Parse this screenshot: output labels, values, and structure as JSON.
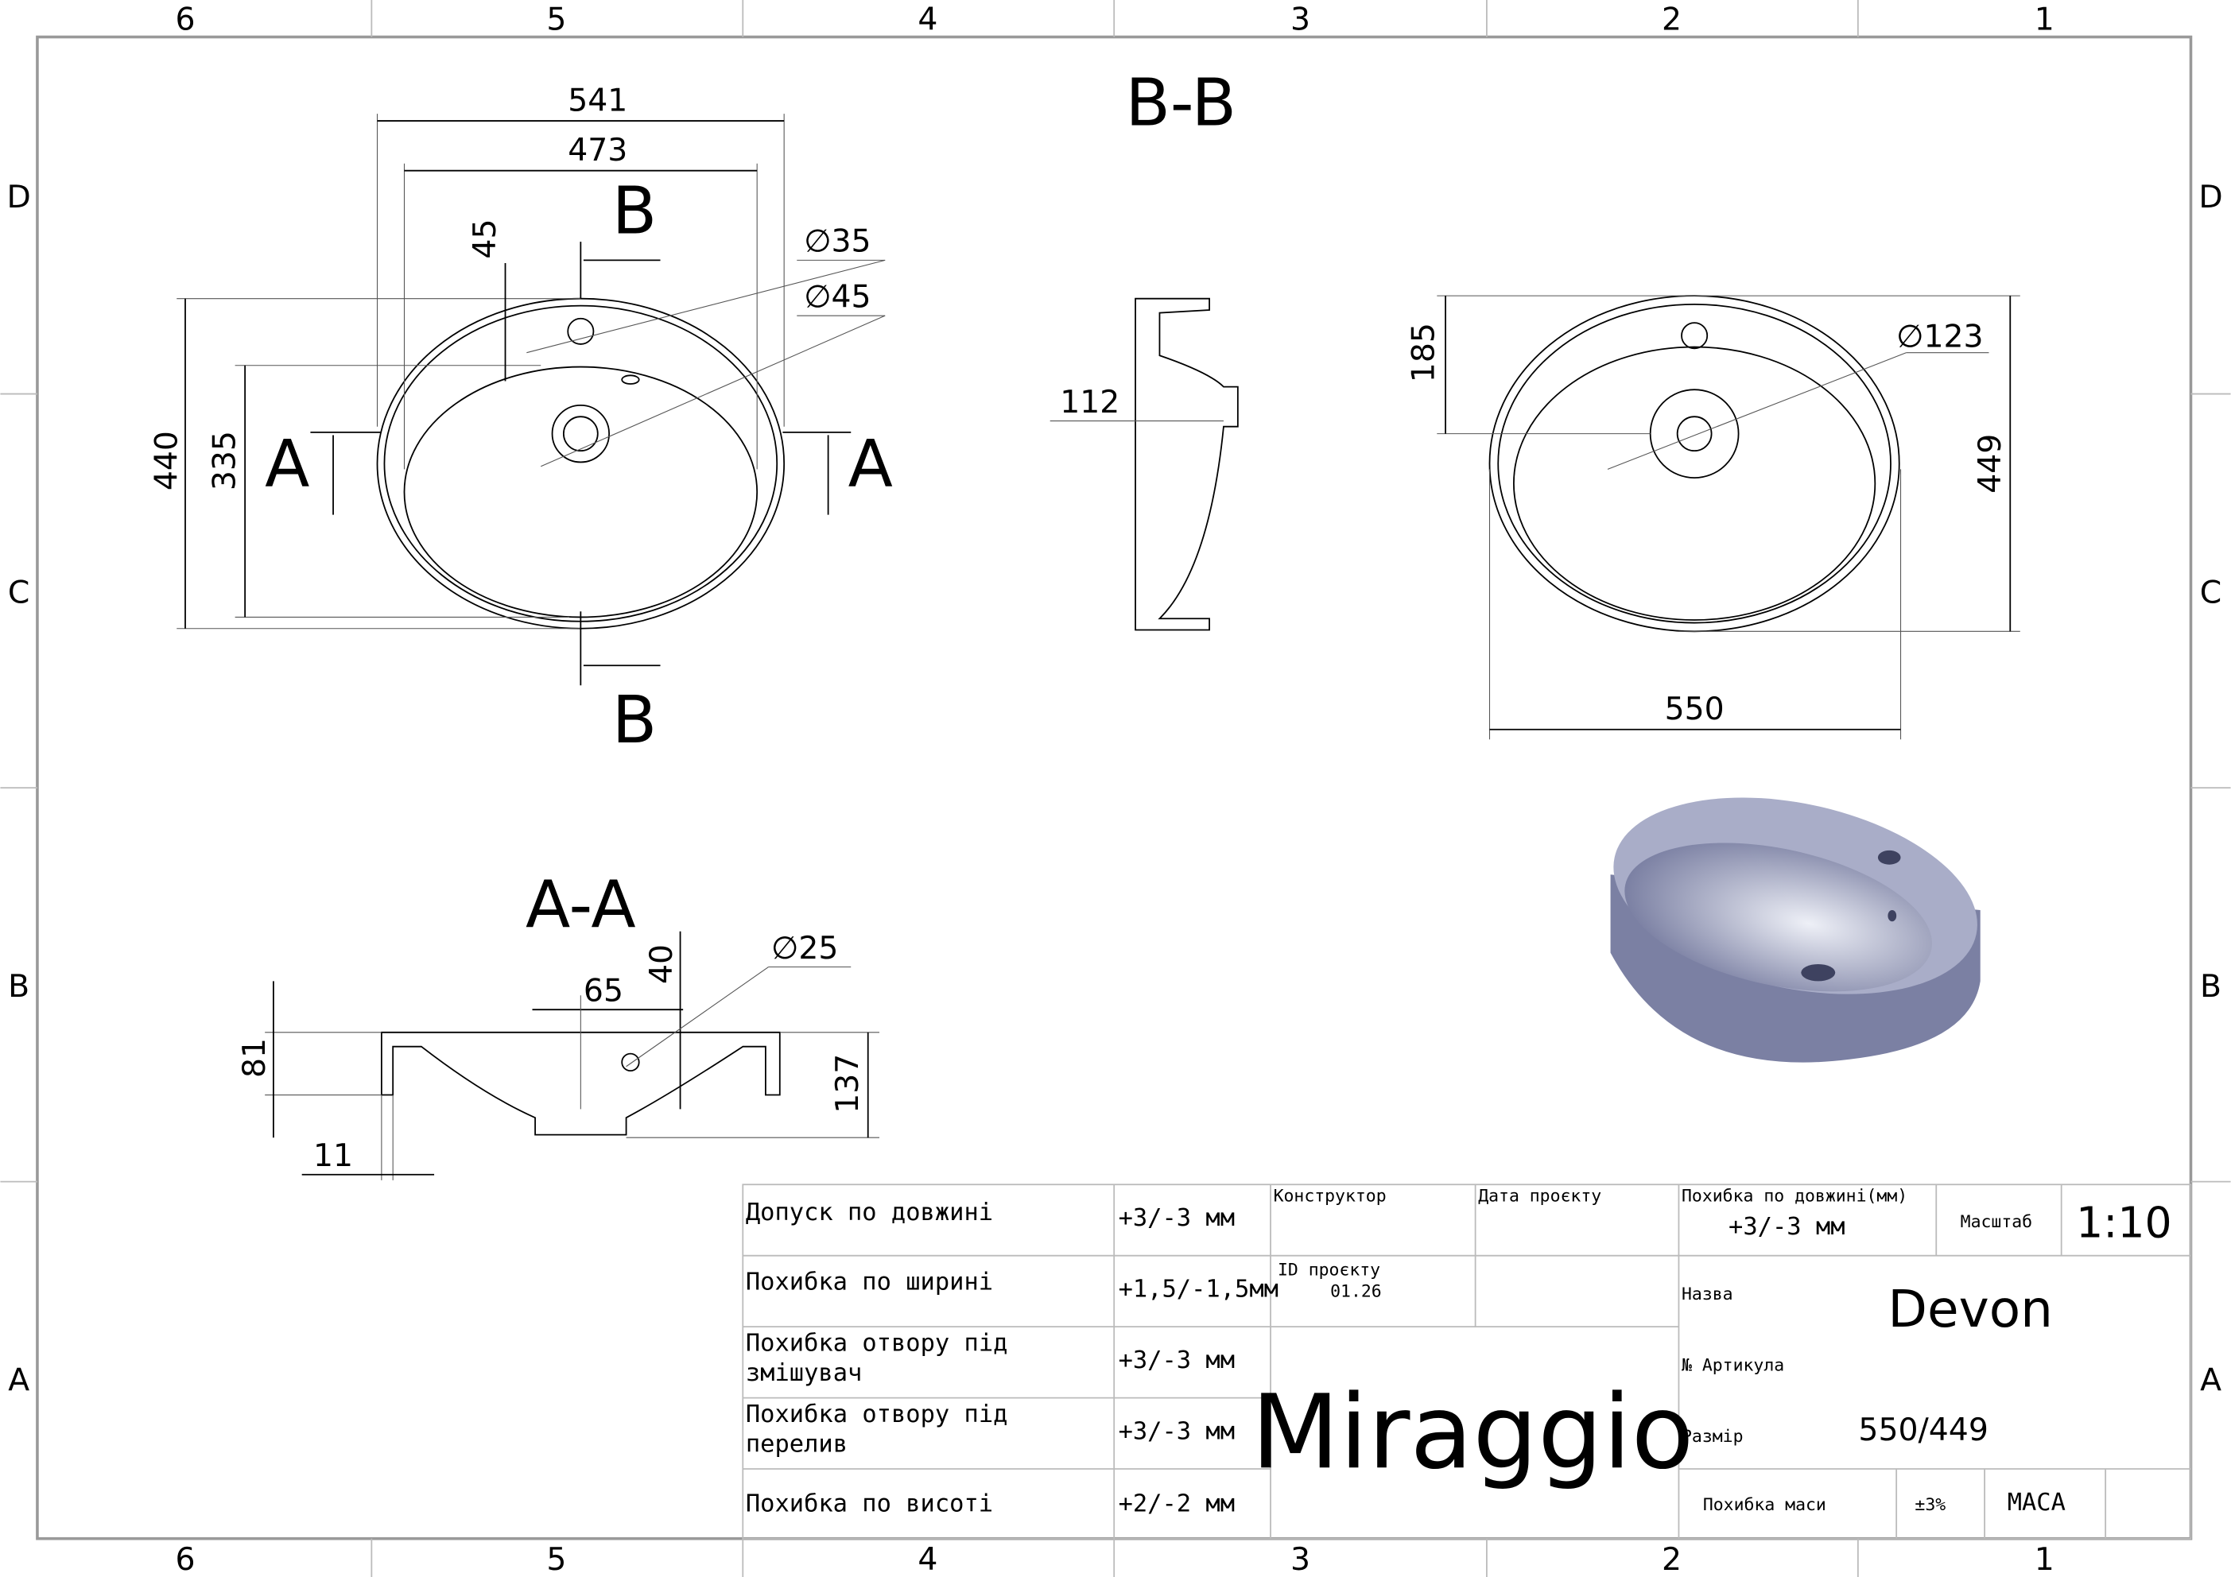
{
  "border": {
    "columns": [
      "6",
      "5",
      "4",
      "3",
      "2",
      "1"
    ],
    "rows": [
      "D",
      "C",
      "B",
      "A"
    ]
  },
  "views": {
    "section_bb": "B-B",
    "section_aa": "A-A",
    "cut_a": "A",
    "cut_b": "B"
  },
  "dimensions": {
    "top": {
      "w_outer": "541",
      "w_inner": "473",
      "hole_offset": "45",
      "h_outer": "440",
      "h_inner": "335",
      "d_tap": "35",
      "d_drain": "45"
    },
    "side": {
      "depth": "112"
    },
    "right": {
      "offset": "185",
      "d_bowl": "123",
      "height": "449",
      "width": "550"
    },
    "aa": {
      "offset": "65",
      "h_overflow": "40",
      "d_overflow": "25",
      "h_rim": "81",
      "height": "137",
      "wall": "11"
    },
    "diameter_symbol": "∅"
  },
  "title_block": {
    "tolerances": [
      {
        "label": "Допуск по довжині",
        "value": "+3/-3 мм"
      },
      {
        "label": "Похибка по ширині",
        "value": "+1,5/-1,5мм"
      },
      {
        "label": "Похибка отвору під змішувач",
        "value": "+3/-3 мм"
      },
      {
        "label": "Похибка отвору під перелив",
        "value": "+3/-3 мм"
      },
      {
        "label": "Похибка по висоті",
        "value": "+2/-2 мм"
      }
    ],
    "designer_label": "Конструктор",
    "date_label": "Дата проєкту",
    "project_id_label": "ID проєкту",
    "project_id": "01.26",
    "brand": "Miraggio",
    "length_tol_label": "Похибка по довжині(мм)",
    "length_tol": "+3/-3 мм",
    "scale_label": "Масштаб",
    "scale": "1:10",
    "name_label": "Назва",
    "name": "Devon",
    "article_label": "№ Артикула",
    "size_label": "Размір",
    "size": "550/449",
    "mass_tol_label": "Похибка маси",
    "mass_tol": "±3%",
    "mass_label": "МАСА"
  },
  "colors": {
    "render_body": "#8a8fb0",
    "render_light": "#e6e8f2"
  }
}
